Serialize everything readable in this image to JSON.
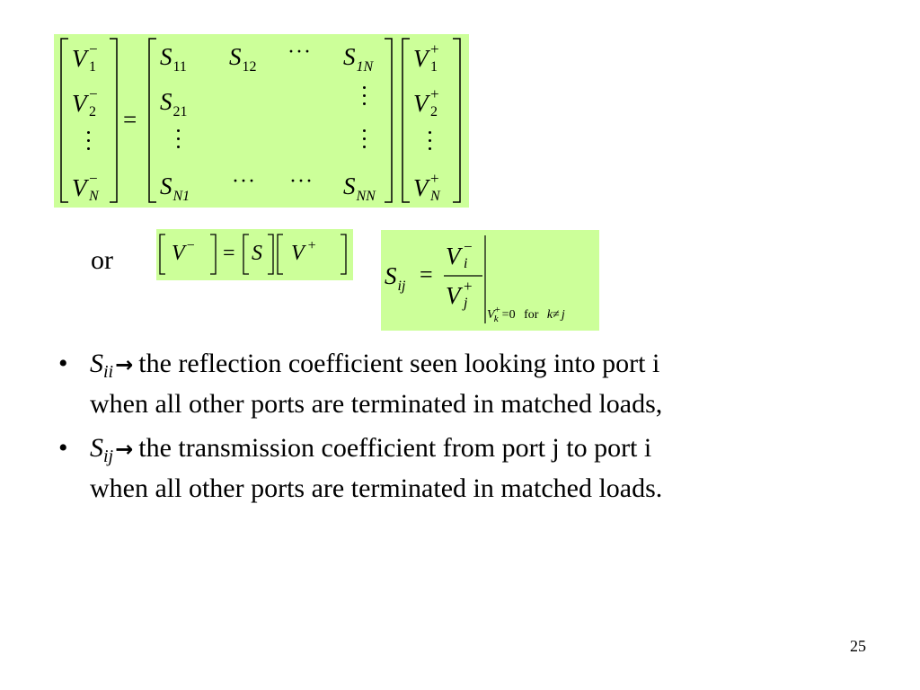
{
  "slide": {
    "page_number": "25",
    "or_label": "or"
  },
  "main_equation": {
    "lhs": [
      "V",
      "V",
      "V"
    ],
    "lhs_subs": [
      "1",
      "2",
      "N"
    ],
    "lhs_sup": "−",
    "equals": "=",
    "matrix": {
      "s": "S",
      "subs": [
        "11",
        "12",
        "1N",
        "21",
        "N1",
        "NN"
      ]
    },
    "rhs": [
      "V",
      "V",
      "V"
    ],
    "rhs_subs": [
      "1",
      "2",
      "N"
    ],
    "rhs_sup": "+"
  },
  "compact_equation": {
    "v_minus": "V",
    "sup_minus": "−",
    "equals": "=",
    "s": "S",
    "v_plus": "V",
    "sup_plus": "+"
  },
  "definition": {
    "s": "S",
    "s_sub": "ij",
    "equals": "=",
    "num": "V",
    "num_sub": "i",
    "num_sup": "−",
    "den": "V",
    "den_sub": "j",
    "den_sup": "+",
    "cond_v": "V",
    "cond_sub": "k",
    "cond_sup": "+",
    "cond_eq": "=0",
    "cond_for": "for",
    "cond_k": "k",
    "cond_ne": "≠",
    "cond_j": "j"
  },
  "bullets": [
    {
      "symbol": "S",
      "symbol_sub": "ii",
      "arrow": "→",
      "line1": "the reflection coefficient seen looking into port i",
      "line2": "when all other ports are terminated in matched loads,"
    },
    {
      "symbol": "S",
      "symbol_sub": "ij",
      "arrow": "→",
      "line1": "the transmission coefficient from port j to port i",
      "line2": "when all other ports are terminated in matched loads."
    }
  ]
}
